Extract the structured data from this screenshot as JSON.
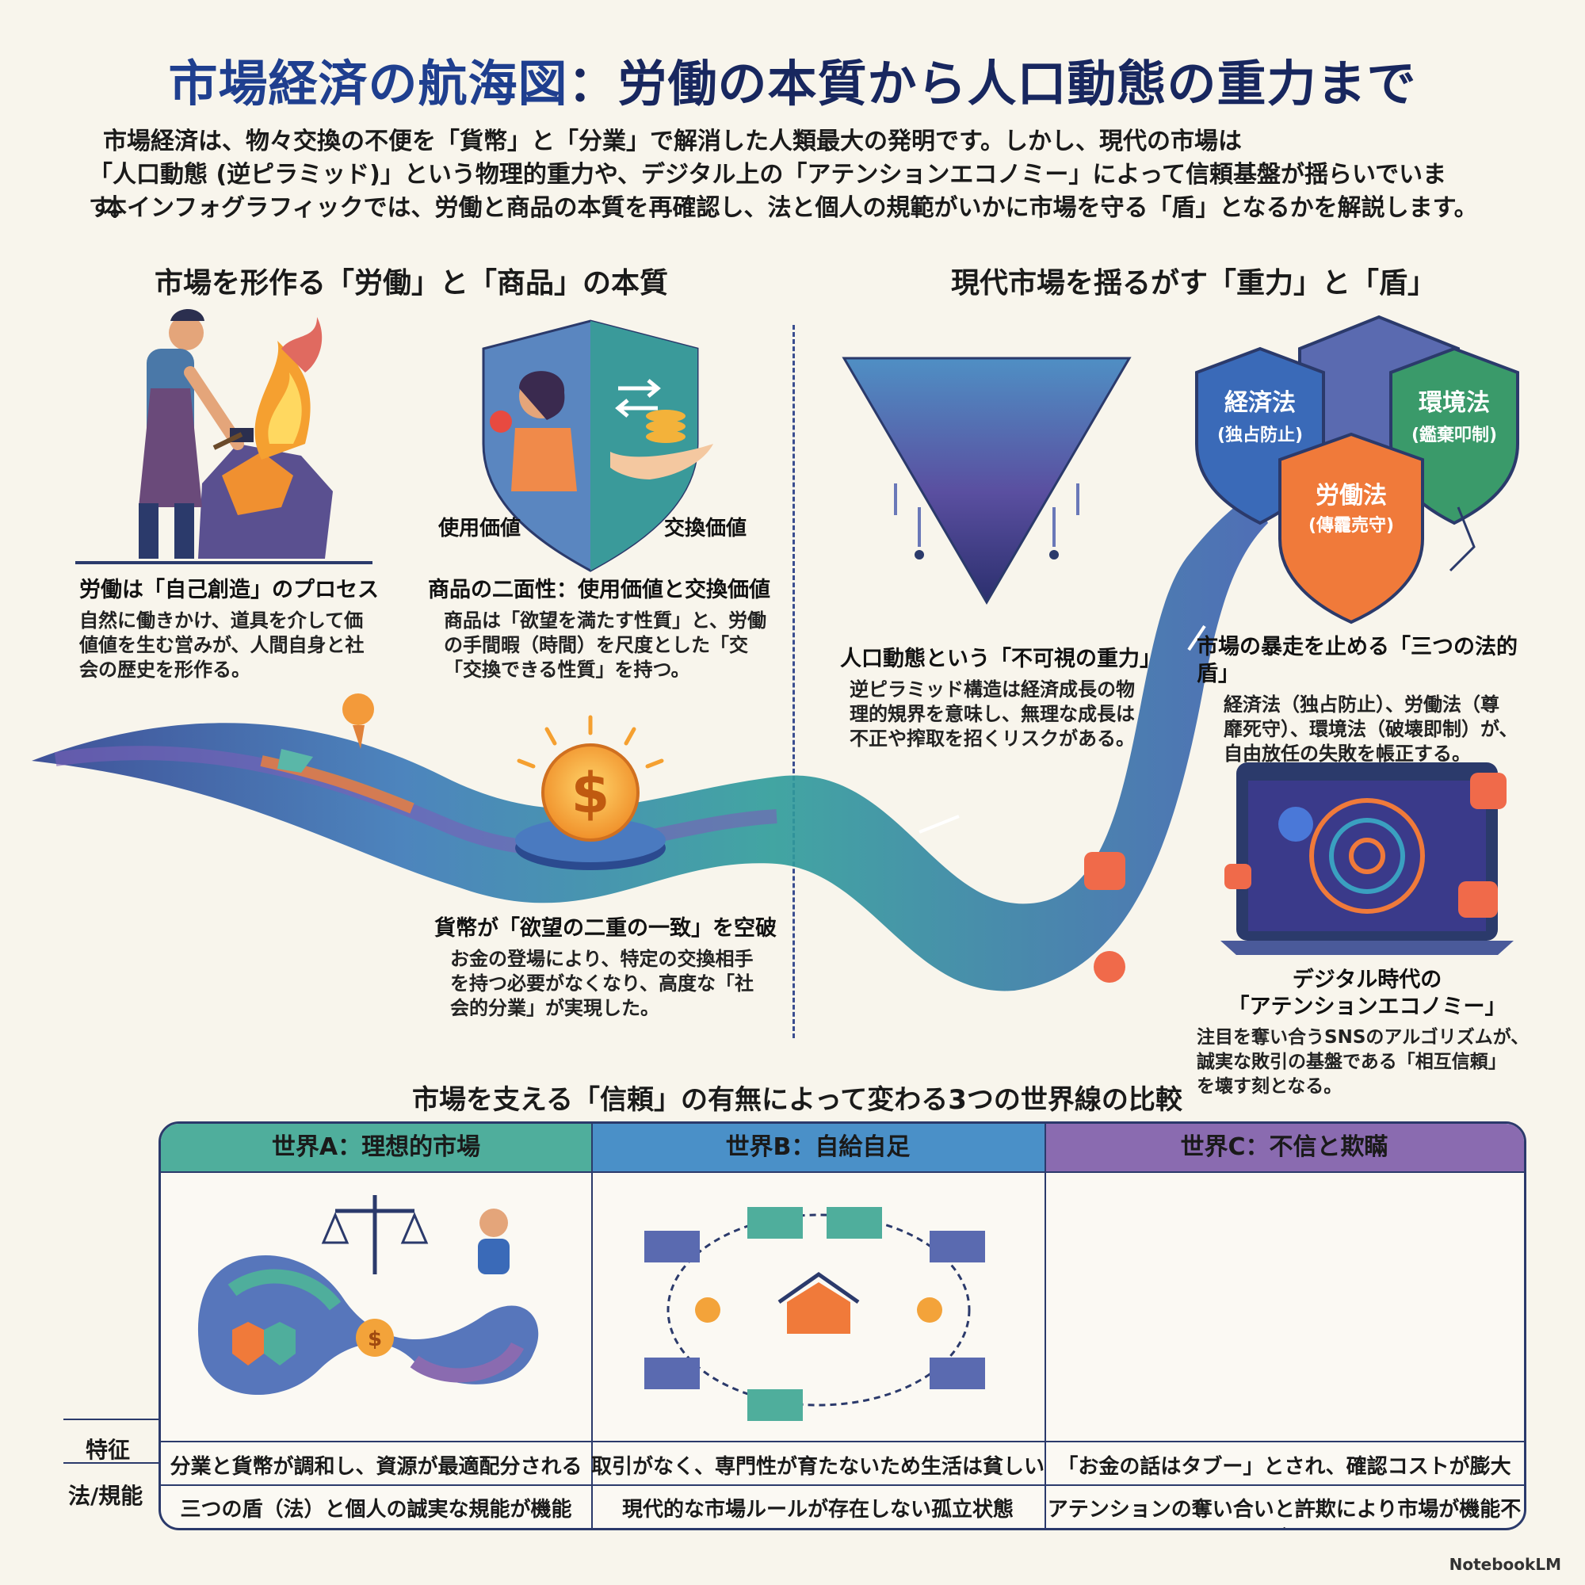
{
  "title": {
    "part1": "市場経済の航海図",
    "colon": "：",
    "part2": "労働の本質から人口動態の重力まで"
  },
  "intro": [
    "市場経済は、物々交換の不便を「貨幣」と「分業」で解消した人類最大の発明です。しかし、現代の市場は",
    "「人口動態 (逆ピラミッド)」という物理的重力や、デジタル上の「アテンションエコノミー」によって信頼基盤が揺らいでいます。",
    "本インフォグラフィックでは、労働と商品の本質を再確認し、法と個人の規範がいかに市場を守る「盾」となるかを解説します。"
  ],
  "left_section": {
    "heading": "市場を形作る「労働」と「商品」の本質",
    "labor": {
      "title": "労働は「自己創造」のプロセス",
      "body": [
        "自然に働きかけ、道具を介して価",
        "値値を生む営みが、人間自身と社",
        "会の歴史を形作る。"
      ]
    },
    "commodity": {
      "use_label": "使用価値",
      "exchange_label": "交換価値",
      "title": "商品の二面性：使用価値と交換価値",
      "body": [
        "商品は「欲望を満たす性質」と、労働",
        "の手間暇（時間）を尺度とした「交",
        "「交換できる性質」を持つ。"
      ]
    },
    "money": {
      "title": "貨幣が「欲望の二重の一致」を空破",
      "body": [
        "お金の登場により、特定の交換相手",
        "を持つ必要がなくなり、高度な「社",
        "会的分業」が実現した。"
      ]
    }
  },
  "right_section": {
    "heading": "現代市場を揺るがす「重力」と「盾」",
    "population": {
      "title": "人口動態という「不可視の重力」",
      "body": [
        "逆ピラミッド構造は経済成長の物",
        "理的䂓界を意味し、無理な成長は",
        "不正や搾取を招くリスクがある。"
      ]
    },
    "shields": {
      "economic": {
        "name": "経済法",
        "sub": "(独占防止)"
      },
      "environment": {
        "name": "環境法",
        "sub": "(鑑棄叩制)"
      },
      "labor": {
        "name": "労働法",
        "sub": "(傳靇売守)"
      }
    },
    "law": {
      "title": "市場の暴走を止める「三つの法的盾」",
      "body": [
        "経済法（独占防止）、労働法（尊",
        "靡死守）、環境法（破壊即制）が、",
        "自由放任の失敗を帳正する。"
      ]
    },
    "digital": {
      "title": [
        "デジタル時代の",
        "「アテンションエコノミー」"
      ],
      "body": [
        "注目を奪い合うSNSのアルゴリズムが、",
        "誠実な敗引の基盤である「相互信頼」",
        "を壊す刻となる。"
      ]
    }
  },
  "comparison": {
    "heading": "市場を支える「信頼」の有無によって変わる3つの世界線の比較",
    "columns": [
      {
        "title": "世界A：理想的市場",
        "color": "#4fae9c"
      },
      {
        "title": "世界B：自給自足",
        "color": "#4a90c8"
      },
      {
        "title": "世界C：不信と欺瞞",
        "color": "#8a6bb0"
      }
    ],
    "row_labels": [
      "特征",
      "法/規能"
    ],
    "rows": [
      [
        "分業と貨幣が調和し、資源が最適配分される",
        "取引がなく、専門性が育たないため生活は貧しい",
        "「お金の話はタブー」とされ、確認コストが膨大"
      ],
      [
        "三つの盾（法）と個人の誠実な規能が機能",
        "現代的な市場ルールが存在しない孤立状態",
        "アテンションの奪い合いと許欺により市場が機能不全"
      ]
    ]
  },
  "icons": [
    "blacksmith-illustration",
    "shield-icon",
    "coin-icon",
    "dollar-icon",
    "inverted-pyramid-icon",
    "laptop-icon",
    "like-icon",
    "bell-icon",
    "heart-icon",
    "user-icon",
    "scale-icon",
    "house-icon"
  ],
  "watermark": "NotebookLM"
}
